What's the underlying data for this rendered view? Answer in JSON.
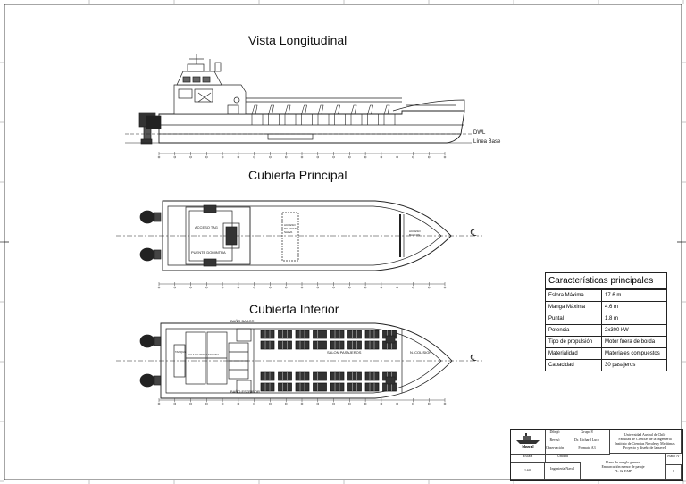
{
  "views": {
    "longitudinal": {
      "title": "Vista Longitudinal",
      "dwl": "DWL",
      "baseline": "Línea Base"
    },
    "main_deck": {
      "title": "Cubierta Principal",
      "access_tag": "ACCESO TAG",
      "stern_access": "PUENTE DOMINTRA",
      "access_center": "ACCESO\nPIL GRADO\nSALVA",
      "access_bow": "ACCESO\nBALCON"
    },
    "lower_deck": {
      "title": "Cubierta Interior",
      "port_side": "BAÑO BABOR",
      "starboard_side": "BAÑO ESTRIBOR",
      "salon": "SALON PASAJEROS",
      "forward": "N. COLISION",
      "engine": "TANQUE",
      "center": "SALA DE SERV. ADUANA"
    },
    "centerline": "℄"
  },
  "specs": {
    "title": "Características principales",
    "rows": [
      {
        "label": "Eslora Máxima",
        "value": "17.6 m"
      },
      {
        "label": "Manga Máxima",
        "value": "4.6 m"
      },
      {
        "label": "Puntal",
        "value": "1.8 m"
      },
      {
        "label": "Potencia",
        "value": "2x300 kW"
      },
      {
        "label": "Tipo de propulsión",
        "value": "Motor fuera de borda"
      },
      {
        "label": "Materialidad",
        "value": "Materiales compuestos"
      },
      {
        "label": "Capacidad",
        "value": "30 pasajeros"
      }
    ]
  },
  "title_block": {
    "logo": "Naval",
    "drew_label": "Dibujó",
    "drew_value": "Grupo 8",
    "reviewed_label": "Revisó",
    "reviewed_value": "Dr. Richard Luco",
    "obs_label": "Observación",
    "obs_value": "Formato A3",
    "university": "Universidad Austral de Chile\nFacultad de Ciencias de la Ingeniería\nInstituto de Ciencias Navales y Marítimas\nProyecto y diseño de la nave I",
    "scale_label": "Escala",
    "scale_value": "1:60",
    "unit_label": "Unidad",
    "unit_value": "Ingeniería Naval",
    "plan_title": "Plano de arreglo general\nEmbarcación menor de pasaje\nPL-02-EMP",
    "sheet_label": "Plano N°",
    "sheet_value": "2"
  }
}
